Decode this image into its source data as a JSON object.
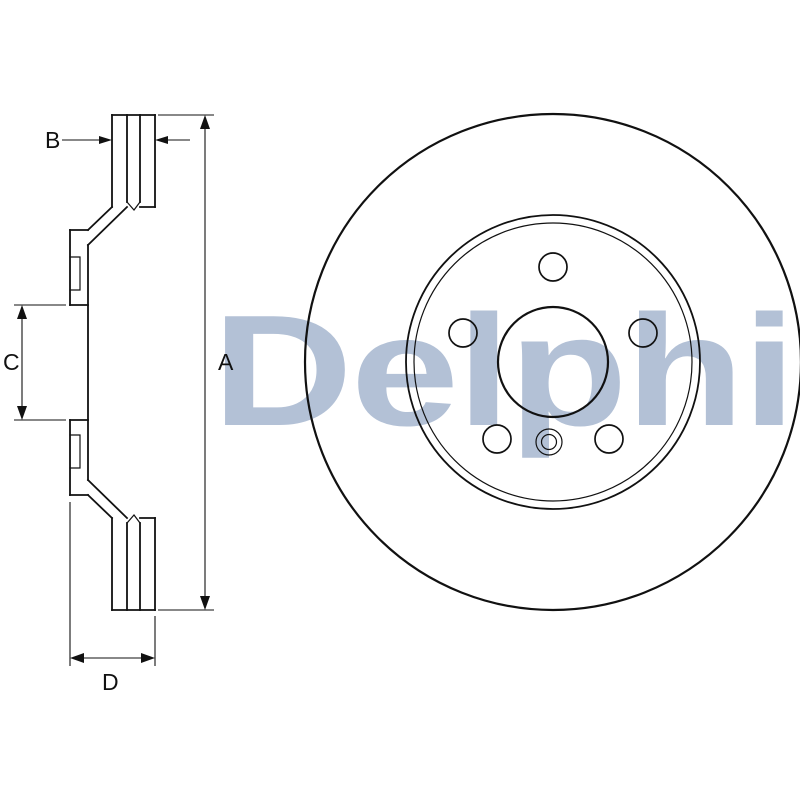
{
  "watermark": {
    "text": "Delphi",
    "color": "#b3c1d6"
  },
  "dimensions": {
    "a": "A",
    "b": "B",
    "c": "C",
    "d": "D"
  },
  "colors": {
    "line": "#111111",
    "background": "#ffffff"
  }
}
